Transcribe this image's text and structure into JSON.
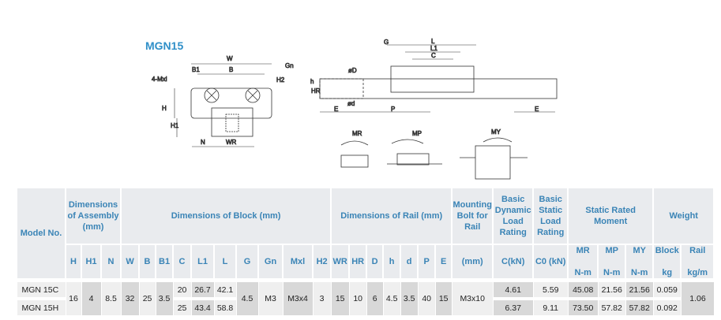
{
  "title": "MGN15",
  "diagram_labels": {
    "W": "W",
    "B1": "B1",
    "B": "B",
    "Gn": "Gn",
    "Mxl": "4-Mxl",
    "H": "H",
    "H1": "H1",
    "H2": "H2",
    "N": "N",
    "WR": "WR",
    "HR": "HR",
    "h": "h",
    "D": "øD",
    "d": "ød",
    "E": "E",
    "P": "P",
    "G": "G",
    "L": "L",
    "L1": "L1",
    "C": "C",
    "MR": "MR",
    "MP": "MP",
    "MY": "MY"
  },
  "table": {
    "groups": {
      "model": "Model No.",
      "assembly": "Dimensions of Assembly (mm)",
      "block": "Dimensions of Block (mm)",
      "rail": "Dimensions of Rail (mm)",
      "bolt": "Mounting Bolt for Rail",
      "dyn": "Basic Dynamic Load Rating",
      "stat": "Basic Static Load Rating",
      "moment": "Static Rated Moment",
      "weight": "Weight"
    },
    "cols": [
      "H",
      "H1",
      "N",
      "W",
      "B",
      "B1",
      "C",
      "L1",
      "L",
      "G",
      "Gn",
      "Mxl",
      "H2",
      "WR",
      "HR",
      "D",
      "h",
      "d",
      "P",
      "E"
    ],
    "units": {
      "bolt": "(mm)",
      "dyn": "C(kN)",
      "stat": "C0 (kN)",
      "mr": "MR",
      "mp": "MP",
      "my": "MY",
      "nm": "N-m",
      "block": "Block",
      "rail": "Rail",
      "kg": "kg",
      "kgm": "kg/m"
    },
    "shared": {
      "H": "16",
      "H1": "4",
      "N": "8.5",
      "W": "32",
      "B": "25",
      "B1": "3.5",
      "G": "4.5",
      "Gn": "M3",
      "Mxl": "M3x4",
      "H2": "3",
      "WR": "15",
      "HR": "10",
      "D": "6",
      "h": "4.5",
      "d": "3.5",
      "P": "40",
      "E": "15",
      "bolt": "M3x10",
      "rail_weight": "1.06"
    },
    "rows": [
      {
        "model": "MGN 15C",
        "C": "20",
        "L1": "26.7",
        "L": "42.1",
        "dyn": "4.61",
        "stat": "5.59",
        "mr": "45.08",
        "mp": "21.56",
        "my": "21.56",
        "block": "0.059"
      },
      {
        "model": "MGN 15H",
        "C": "25",
        "L1": "43.4",
        "L": "58.8",
        "dyn": "6.37",
        "stat": "9.11",
        "mr": "73.50",
        "mp": "57.82",
        "my": "57.82",
        "block": "0.092"
      }
    ]
  }
}
